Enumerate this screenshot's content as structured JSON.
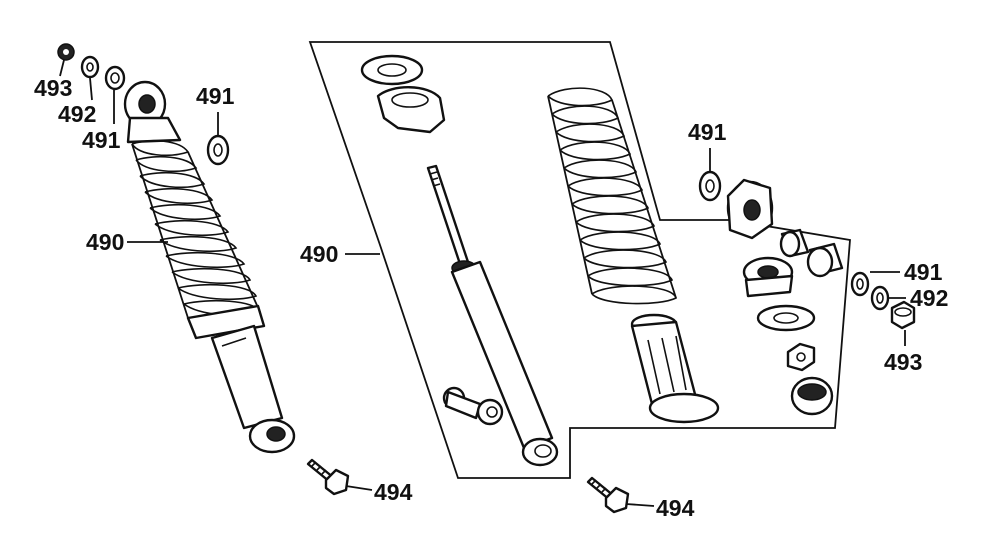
{
  "labels": {
    "left_nut": "493",
    "left_washer": "492",
    "left_bushing": "491",
    "left_side_washer": "491",
    "left_shock": "490",
    "exploded_group": "490",
    "center_washer": "491",
    "right_bushing": "491",
    "right_washer": "492",
    "right_nut": "493",
    "bolt_left": "494",
    "bolt_right": "494"
  },
  "colors": {
    "line": "#111111",
    "background": "#ffffff"
  }
}
